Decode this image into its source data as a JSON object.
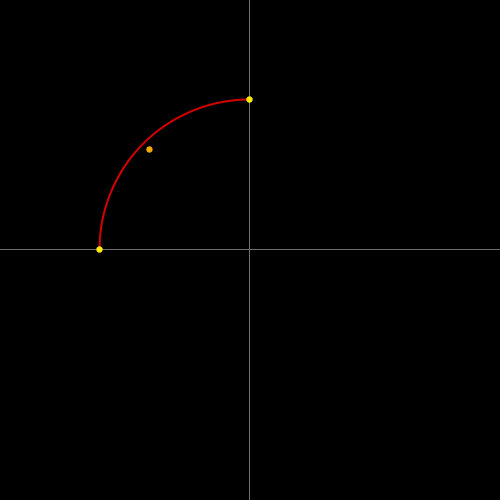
{
  "colors": {
    "background": "#000000",
    "axis": "#6e6e6e",
    "arc": "#d40000",
    "endpoint": "#ffee00",
    "midpoint": "#f5a800"
  },
  "arc": {
    "center": [
      0,
      0
    ],
    "radius": 1,
    "start_deg": 180,
    "end_deg": 90,
    "control_weight": 0.7071
  },
  "points": [
    {
      "role": "start",
      "x": -1,
      "y": 0
    },
    {
      "role": "control",
      "x": -0.667,
      "y": 0.667
    },
    {
      "role": "end",
      "x": 0,
      "y": 1
    }
  ]
}
